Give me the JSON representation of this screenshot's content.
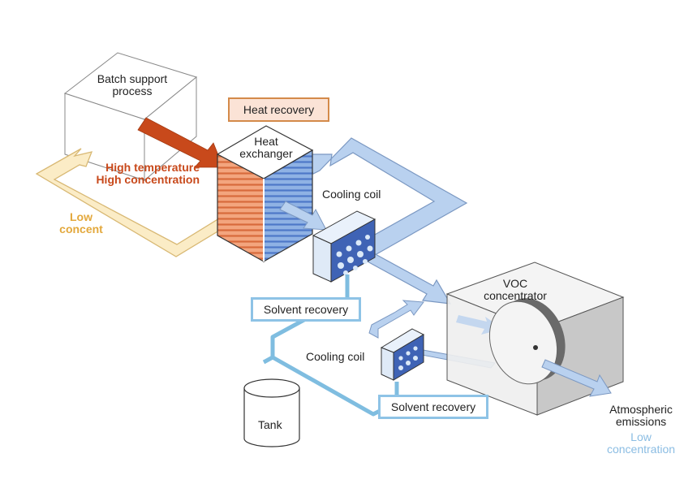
{
  "batch": {
    "line1": "Batch support",
    "line2": "process"
  },
  "heat_recovery": {
    "label": "Heat recovery"
  },
  "heat_exchanger": {
    "line1": "Heat",
    "line2": "exchanger"
  },
  "hot_flow": {
    "line1": "High temperature",
    "line2": "High concentration"
  },
  "low_concent": {
    "line1": "Low",
    "line2": "concent"
  },
  "cooling_coil_1": {
    "label": "Cooling coil"
  },
  "cooling_coil_2": {
    "label": "Cooling coil"
  },
  "solvent_recovery_1": {
    "label": "Solvent recovery"
  },
  "solvent_recovery_2": {
    "label": "Solvent recovery"
  },
  "tank": {
    "label": "Tank"
  },
  "voc": {
    "line1": "VOC",
    "line2": "concentrator"
  },
  "emissions": {
    "line1": "Atmospheric",
    "line2": "emissions",
    "line3": "Low",
    "line4": "concentration"
  },
  "colors": {
    "hot": "#c8491b",
    "warm_flow": "#fbecc6",
    "cool_flow": "#b9d1ef",
    "liquid": "#7fbde0",
    "low_text": "#e3a83c",
    "low_conc_text": "#8bbde3"
  }
}
